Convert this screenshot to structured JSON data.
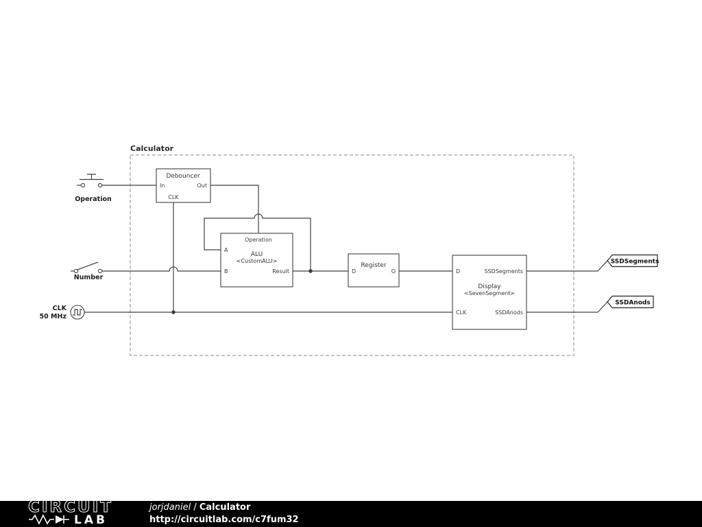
{
  "colors": {
    "wire": "#3f3f3f",
    "canvas_bg": "#ffffff",
    "footer_bg": "#000000",
    "footer_text": "#ffffff"
  },
  "schematic": {
    "container_title": "Calculator",
    "inputs": {
      "operation_label": "Operation",
      "number_label": "Number",
      "clk_label": "CLK",
      "clk_frequency": "50 MHz"
    },
    "debouncer": {
      "title": "Debouncer",
      "pin_in": "In",
      "pin_out": "Out",
      "pin_clk": "CLK"
    },
    "alu": {
      "pin_operation": "Operation",
      "title": "ALU",
      "subtitle": "<CustomALU>",
      "pin_a": "A",
      "pin_b": "B",
      "pin_result": "Result"
    },
    "register": {
      "title": "Register",
      "pin_d": "D",
      "pin_o": "O"
    },
    "display": {
      "title": "Display",
      "subtitle": "<SevenSegment>",
      "pin_d": "D",
      "pin_ssdsegments": "SSDSegments",
      "pin_clk": "CLK",
      "pin_ssdanods": "SSDAnods"
    },
    "flags": {
      "ssdsegments": "SSDSegments",
      "ssdanods": "SSDAnods"
    }
  },
  "footer": {
    "logo_top": "CIRCUIT",
    "logo_bottom": "LAB",
    "author": "jorjdaniel",
    "separator": " / ",
    "project": "Calculator",
    "url": "http://circuitlab.com/c7fum32"
  }
}
